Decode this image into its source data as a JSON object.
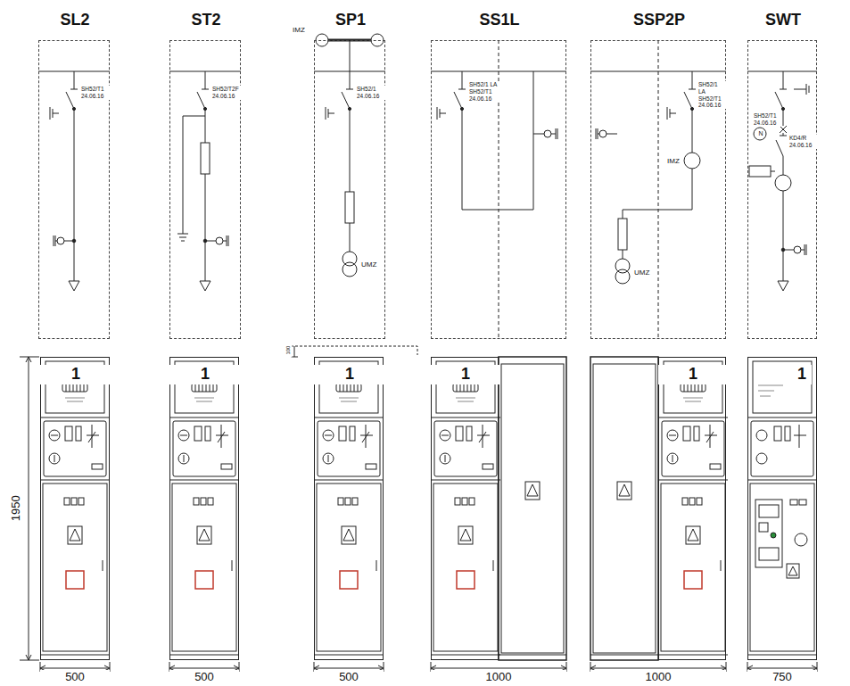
{
  "diagram": {
    "nodes": [
      {
        "text": [
          "SL2",
          "SH52/T1 24.06.16"
        ]
      },
      {
        "text": [
          "ST2",
          "SH52/T2F 24.06.16"
        ]
      },
      {
        "text": [
          "SP1",
          "IMZ",
          "SH52/1 24.06.16",
          "UMZ"
        ]
      },
      {
        "text": [
          "SS1L",
          "SH52/1 LA SH52/T1 24.06.16"
        ]
      },
      {
        "text": [
          "SSP2P",
          "SH52/1 LA SH52/T1 24.06.16",
          "IMZ",
          "UMZ"
        ]
      },
      {
        "text": [
          "SWT",
          "SH52/T1 24.06.16",
          "N",
          "KD4/R 24.06.16"
        ]
      },
      {
        "text": [
          "1"
        ]
      },
      {
        "text": [
          "1"
        ]
      },
      {
        "text": [
          "1"
        ]
      },
      {
        "text": [
          "1"
        ]
      },
      {
        "text": [
          "1"
        ]
      },
      {
        "text": [
          "1"
        ]
      }
    ],
    "labels": [
      "1950",
      "500",
      "500",
      "500",
      "1000",
      "1000",
      "750",
      "100"
    ]
  }
}
